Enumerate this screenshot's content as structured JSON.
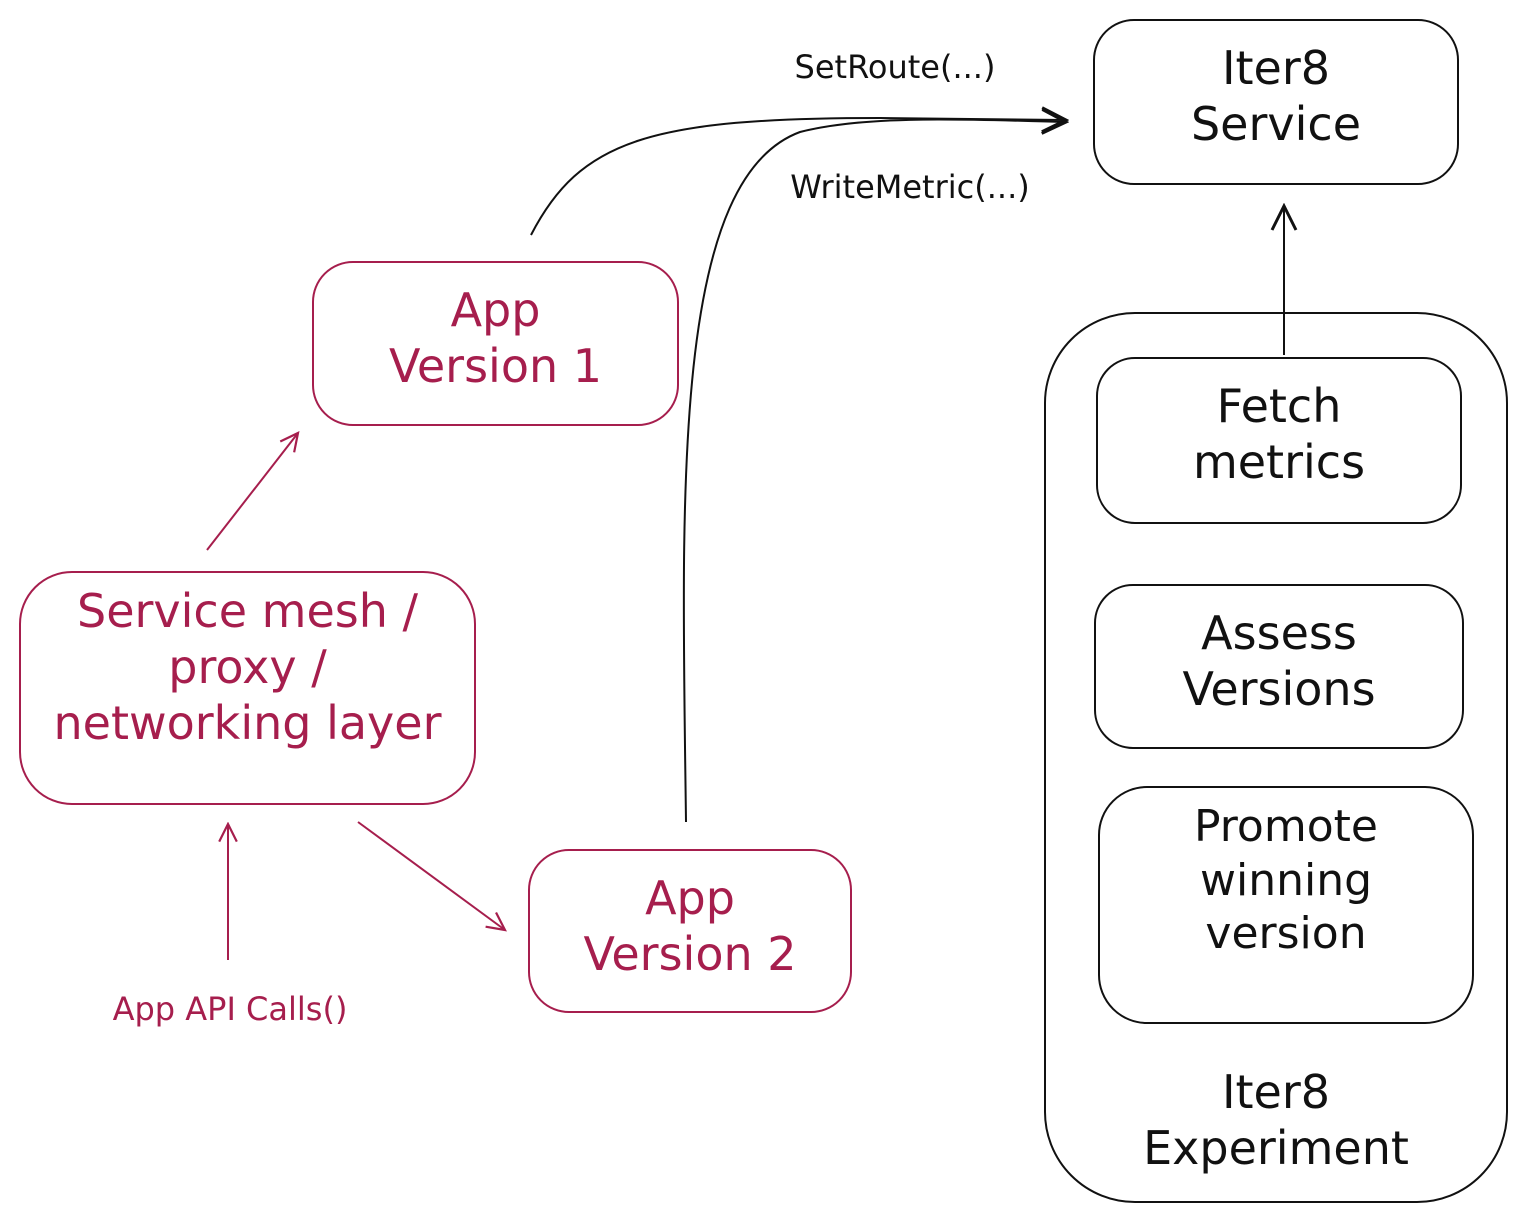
{
  "colors": {
    "accent": "#a61e4d",
    "ink": "#111111",
    "background": "#ffffff"
  },
  "nodes": {
    "service_mesh": {
      "lines": [
        "Service mesh /",
        "proxy /",
        "networking layer"
      ]
    },
    "app_v1": {
      "lines": [
        "App",
        "Version 1"
      ]
    },
    "app_v2": {
      "lines": [
        "App",
        "Version 2"
      ]
    },
    "iter8_service": {
      "lines": [
        "Iter8",
        "Service"
      ]
    },
    "fetch_metrics": {
      "lines": [
        "Fetch",
        "metrics"
      ]
    },
    "assess_versions": {
      "lines": [
        "Assess",
        "Versions"
      ]
    },
    "promote_version": {
      "lines": [
        "Promote",
        "winning",
        "version"
      ]
    },
    "iter8_experiment": {
      "lines": [
        "Iter8",
        "Experiment"
      ]
    }
  },
  "edge_labels": {
    "api_calls": "App API Calls()",
    "set_route": "SetRoute(...)",
    "write_metric": "WriteMetric(...)"
  }
}
